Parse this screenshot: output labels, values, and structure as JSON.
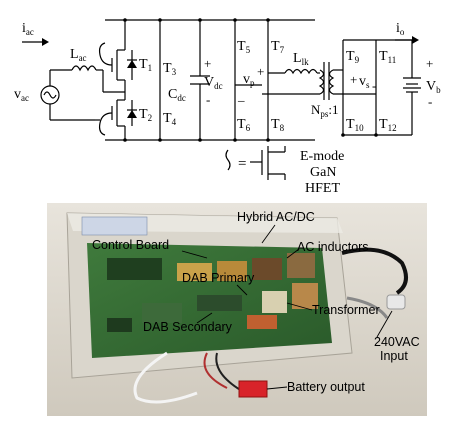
{
  "circuit": {
    "current_in_label": "i",
    "current_in_sub": "ac",
    "inductor_label": "L",
    "inductor_sub": "ac",
    "source_label": "v",
    "source_sub": "ac",
    "t1": "T",
    "t1_sub": "1",
    "t2": "T",
    "t2_sub": "2",
    "t3": "T",
    "t3_sub": "3",
    "t4": "T",
    "t4_sub": "4",
    "cap_label": "C",
    "cap_sub": "dc",
    "vdc_plus": "+",
    "vdc_label": "V",
    "vdc_sub": "dc",
    "vdc_minus": "-",
    "t5": "T",
    "t5_sub": "5",
    "t6": "T",
    "t6_sub": "6",
    "t7": "T",
    "t7_sub": "7",
    "t8": "T",
    "t8_sub": "8",
    "vp_plus": "+",
    "vp_label": "v",
    "vp_sub": "p",
    "vp_minus": "_",
    "llk_label": "L",
    "llk_sub": "lk",
    "npsratio_label": "N",
    "npsratio_sub": "ps",
    "npsratio_tail": ":1",
    "t9": "T",
    "t9_sub": "9",
    "t10": "T",
    "t10_sub": "10",
    "t11": "T",
    "t11_sub": "11",
    "t12": "T",
    "t12_sub": "12",
    "vs_plus": "+",
    "vs_label": "v",
    "vs_sub": "s",
    "vs_minus": "-",
    "io_label": "i",
    "io_sub": "o",
    "vb_plus": "+",
    "vb_label": "V",
    "vb_sub": "b",
    "vb_minus": "-",
    "legend_equals": "=",
    "legend_line1": "E-mode",
    "legend_line2": "GaN",
    "legend_line3": "HFET"
  },
  "photo": {
    "labels": {
      "control_board": "Control Board",
      "hybrid_acdc": "Hybrid AC/DC",
      "ac_inductors": "AC inductors",
      "dab_primary": "DAB Primary",
      "transformer": "Transformer",
      "dab_secondary": "DAB Secondary",
      "input_line1": "240VAC",
      "input_line2": "Input",
      "battery_output": "Battery output"
    }
  }
}
